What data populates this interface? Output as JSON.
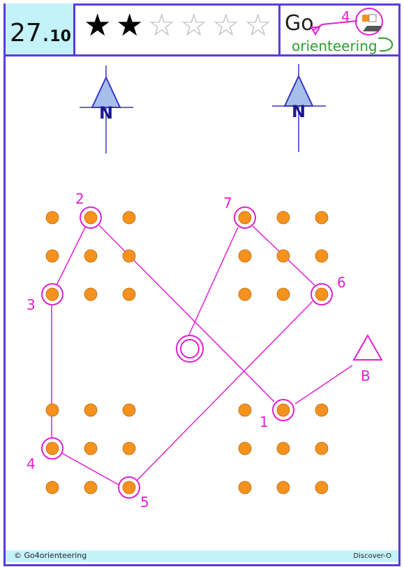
{
  "card": {
    "number_main": "27.",
    "number_sub": "10",
    "difficulty_stars_filled": 2,
    "difficulty_stars_total": 6,
    "star_filled_glyph": "★",
    "star_empty_glyph": "☆"
  },
  "logo": {
    "text_top": "Go",
    "text_digit": "4",
    "text_bottom": "orienteering",
    "color_top": "#222222",
    "color_bottom": "#2aa02a",
    "color_accent": "#e020d0"
  },
  "north_arrows": [
    {
      "label": "N"
    },
    {
      "label": "N"
    }
  ],
  "course": {
    "controls": [
      {
        "number": "1"
      },
      {
        "number": "2"
      },
      {
        "number": "3"
      },
      {
        "number": "4"
      },
      {
        "number": "5"
      },
      {
        "number": "6"
      },
      {
        "number": "7"
      }
    ],
    "start_label": "B",
    "line_color": "#e020d0",
    "dot_color": "#f5921e"
  },
  "footer": {
    "copyright": "© Go4orienteering",
    "brand": "Discover-O"
  }
}
